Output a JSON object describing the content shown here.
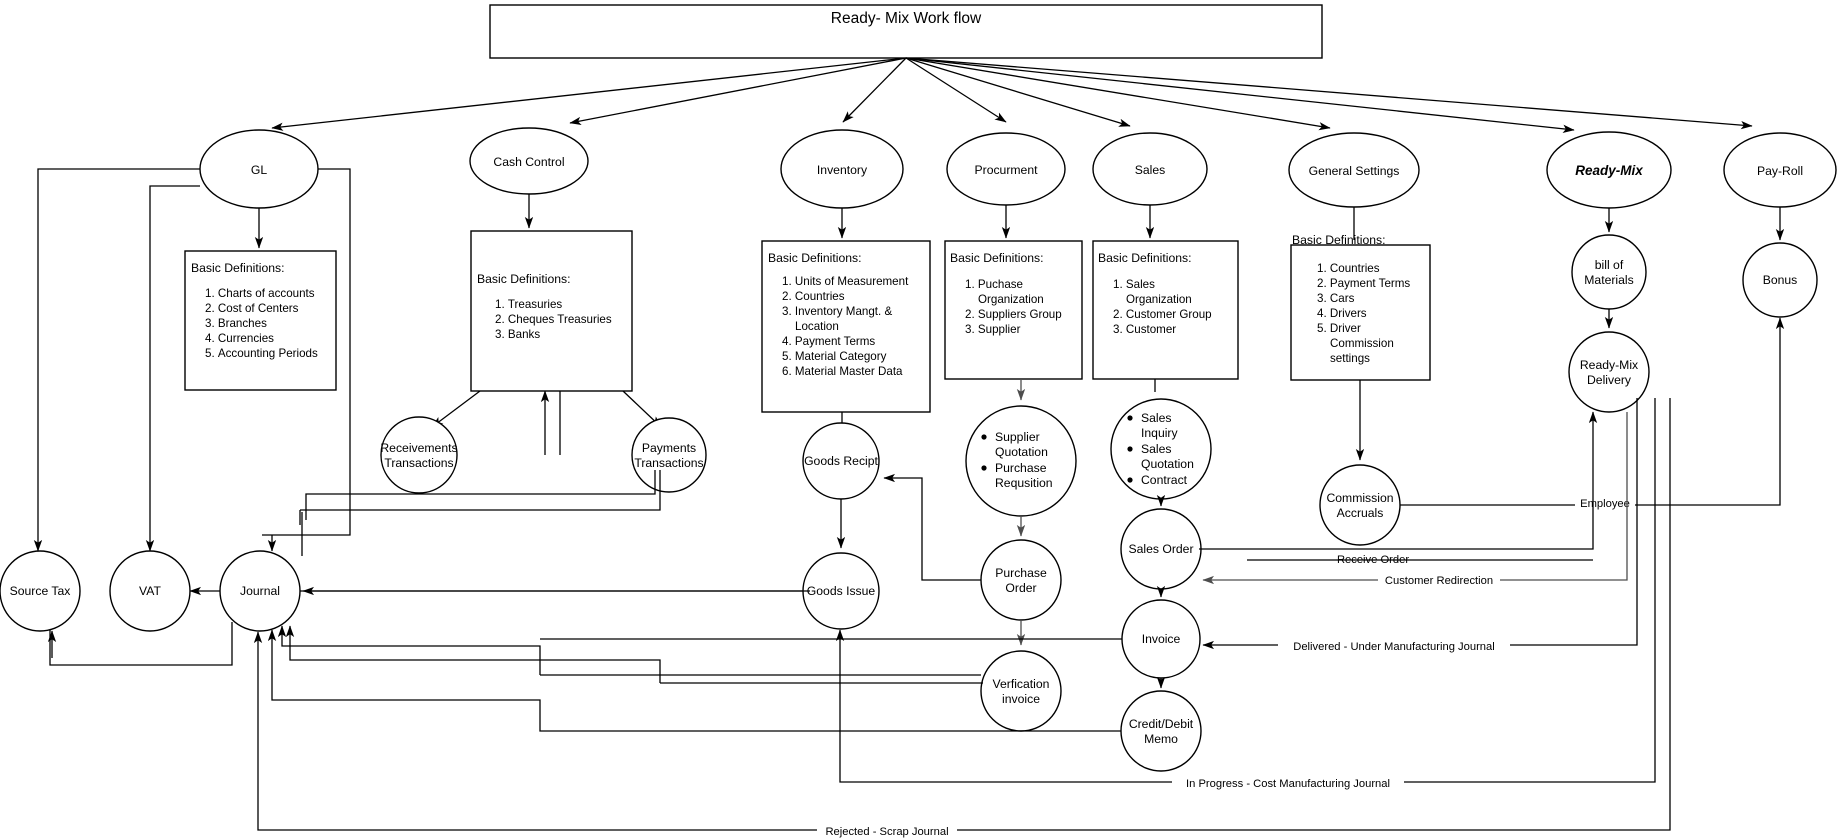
{
  "diagram": {
    "title": "Ready- Mix Work flow",
    "root_node": "root-title-box"
  },
  "top_nodes": [
    {
      "id": "gl",
      "label": "GL"
    },
    {
      "id": "cash-control",
      "label": "Cash Control"
    },
    {
      "id": "inventory",
      "label": "Inventory"
    },
    {
      "id": "procurment",
      "label": "Procurment"
    },
    {
      "id": "sales",
      "label": "Sales"
    },
    {
      "id": "general-settings",
      "label": "General Settings"
    },
    {
      "id": "ready-mix",
      "label": "Ready-Mix"
    },
    {
      "id": "pay-roll",
      "label": "Pay-Roll"
    }
  ],
  "definition_boxes": [
    {
      "id": "gl-definitions",
      "heading": "Basic Definitions:",
      "items": [
        "Charts of accounts",
        "Cost of Centers",
        "Branches",
        "Currencies",
        "Accounting Periods"
      ]
    },
    {
      "id": "cash-control-definitions",
      "heading": "Basic Definitions:",
      "items": [
        "Treasuries",
        "Cheques Treasuries",
        "Banks"
      ]
    },
    {
      "id": "inventory-definitions",
      "heading": "Basic Definitions:",
      "items": [
        "Units of Measurement",
        "Countries",
        "Inventory Mangt. & Location",
        "Payment Terms",
        "Material Category",
        "Material Master Data"
      ]
    },
    {
      "id": "procurment-definitions",
      "heading": "Basic Definitions:",
      "items": [
        "Puchase Organization",
        "Suppliers Group",
        "Supplier"
      ]
    },
    {
      "id": "sales-definitions",
      "heading": "Basic Definitions:",
      "items": [
        "Sales Organization",
        "Customer Group",
        "Customer"
      ]
    },
    {
      "id": "general-settings-definitions",
      "heading": "Basic Definitions:",
      "items": [
        "Countries",
        "Payment Terms",
        "Cars",
        "Drivers",
        "Driver Commission settings"
      ]
    }
  ],
  "process_nodes": [
    {
      "id": "receivements-transactions",
      "label_lines": [
        "Receivements",
        "Transactions"
      ]
    },
    {
      "id": "payments-transactions",
      "label_lines": [
        "Payments",
        "Transactions"
      ]
    },
    {
      "id": "goods-recipt",
      "label_lines": [
        "Goods Recipt"
      ]
    },
    {
      "id": "goods-issue",
      "label_lines": [
        "Goods Issue"
      ]
    },
    {
      "id": "supplier-quotation-group",
      "bullets": [
        "Supplier Quotation",
        "Purchase Requsition"
      ]
    },
    {
      "id": "sales-inquiry-group",
      "bullets": [
        "Sales Inquiry",
        "Sales Quotation",
        "Contract"
      ]
    },
    {
      "id": "purchase-order",
      "label_lines": [
        "Purchase",
        "Order"
      ]
    },
    {
      "id": "sales-order",
      "label_lines": [
        "Sales Order"
      ]
    },
    {
      "id": "invoice",
      "label_lines": [
        "Invoice"
      ]
    },
    {
      "id": "verfication-invoice",
      "label_lines": [
        "Verfication",
        "invoice"
      ]
    },
    {
      "id": "credit-debit-memo",
      "label_lines": [
        "Credit/Debit",
        "Memo"
      ]
    },
    {
      "id": "source-tax",
      "label_lines": [
        "Source Tax"
      ]
    },
    {
      "id": "vat",
      "label_lines": [
        "VAT"
      ]
    },
    {
      "id": "journal",
      "label_lines": [
        "Journal"
      ]
    },
    {
      "id": "bill-of-materials",
      "label_lines": [
        "bill of",
        "Materials"
      ]
    },
    {
      "id": "ready-mix-delivery",
      "label_lines": [
        "Ready-Mix",
        "Delivery"
      ]
    },
    {
      "id": "commission-accruals",
      "label_lines": [
        "Commission",
        "Accruals"
      ]
    },
    {
      "id": "bonus",
      "label_lines": [
        "Bonus"
      ]
    }
  ],
  "edge_labels": [
    {
      "id": "employee",
      "text": "Employee"
    },
    {
      "id": "receive-order",
      "text": "Receive Order"
    },
    {
      "id": "customer-redirection",
      "text": "Customer Redirection"
    },
    {
      "id": "delivered-under-manufacturing-journal",
      "text": "Delivered - Under Manufacturing Journal"
    },
    {
      "id": "in-progress-cost-manufacturing-journal",
      "text": "In Progress - Cost Manufacturing Journal"
    },
    {
      "id": "rejected-scrap-journal",
      "text": "Rejected - Scrap Journal"
    }
  ],
  "colors": {
    "stroke": "#000000",
    "stroke_gray": "#4d4d4d",
    "background": "#ffffff"
  }
}
